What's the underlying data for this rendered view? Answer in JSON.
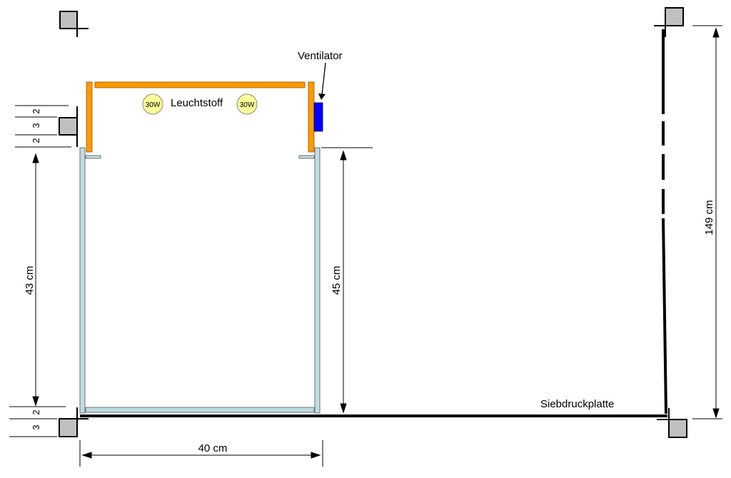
{
  "labels": {
    "ventilator": "Ventilator",
    "leuchtstoff": "Leuchtstoff",
    "lamp_left": "30W",
    "lamp_right": "30W",
    "siebdruckplatte": "Siebdruckplatte",
    "dim_height_left": "43 cm",
    "dim_height_inner": "45 cm",
    "dim_width": "40 cm",
    "dim_total_height": "149 cm",
    "dim_top_2a": "2",
    "dim_top_3": "3",
    "dim_top_2b": "2",
    "dim_bottom_2": "2",
    "dim_bottom_3": "3"
  },
  "colors": {
    "wood": "#FF9900",
    "glass": "#BFDDE3",
    "fan": "#0000FF",
    "lamp": "#FFFF99",
    "bracket": "#C0C0C0"
  }
}
